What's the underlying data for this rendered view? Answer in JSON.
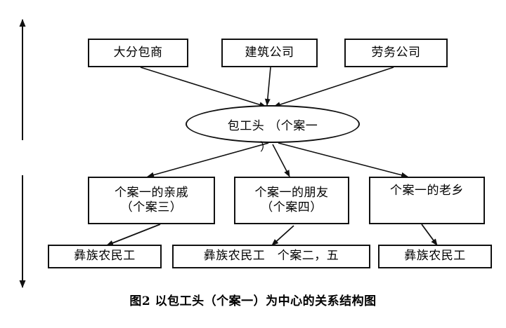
{
  "figure": {
    "caption": "图2  以包工头（个案一）为中心的关系结构图",
    "hub": {
      "label": "包工头 （个案一",
      "paren_tail": "）"
    },
    "top_row": [
      {
        "label": "大分包商"
      },
      {
        "label": "建筑公司"
      },
      {
        "label": "劳务公司"
      }
    ],
    "middle_row": [
      {
        "label": "个案一的亲戚\n（个案三）"
      },
      {
        "label": "个案一的朋友\n（个案四）"
      },
      {
        "label": "个案一的老乡"
      }
    ],
    "bottom_row": [
      {
        "label": "彝族农民工"
      },
      {
        "label": "彝族农民工　个案二，五"
      },
      {
        "label": "彝族农民工"
      }
    ],
    "axis_arrows": [
      {
        "name": "upward-axis-arrow",
        "direction": "up"
      },
      {
        "name": "downward-axis-arrow",
        "direction": "down"
      }
    ],
    "colors": {
      "stroke": "#111111",
      "background": "#ffffff",
      "text": "#000000"
    }
  }
}
